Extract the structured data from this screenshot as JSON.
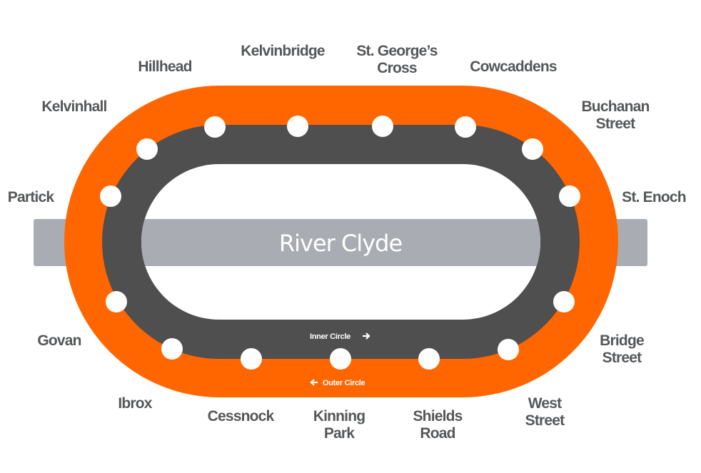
{
  "colors": {
    "outer_line": "#ff6600",
    "inner_line": "#4f4f4f",
    "river": "#a9adb3",
    "label": "#555759",
    "station": "#ffffff"
  },
  "river_label": "River Clyde",
  "inner_circle_label": "Inner Circle",
  "outer_circle_label": "Outer Circle",
  "stations": [
    {
      "name": "Hillhead",
      "lines": [
        "Hillhead"
      ]
    },
    {
      "name": "Kelvinbridge",
      "lines": [
        "Kelvinbridge"
      ]
    },
    {
      "name": "St. George's Cross",
      "lines": [
        "St. George’s",
        "Cross"
      ]
    },
    {
      "name": "Cowcaddens",
      "lines": [
        "Cowcaddens"
      ]
    },
    {
      "name": "Buchanan Street",
      "lines": [
        "Buchanan",
        "Street"
      ]
    },
    {
      "name": "St. Enoch",
      "lines": [
        "St. Enoch"
      ]
    },
    {
      "name": "Bridge Street",
      "lines": [
        "Bridge",
        "Street"
      ]
    },
    {
      "name": "West Street",
      "lines": [
        "West",
        "Street"
      ]
    },
    {
      "name": "Shields Road",
      "lines": [
        "Shields",
        "Road"
      ]
    },
    {
      "name": "Kinning Park",
      "lines": [
        "Kinning",
        "Park"
      ]
    },
    {
      "name": "Cessnock",
      "lines": [
        "Cessnock"
      ]
    },
    {
      "name": "Ibrox",
      "lines": [
        "Ibrox"
      ]
    },
    {
      "name": "Govan",
      "lines": [
        "Govan"
      ]
    },
    {
      "name": "Partick",
      "lines": [
        "Partick"
      ]
    },
    {
      "name": "Kelvinhall",
      "lines": [
        "Kelvinhall"
      ]
    }
  ]
}
